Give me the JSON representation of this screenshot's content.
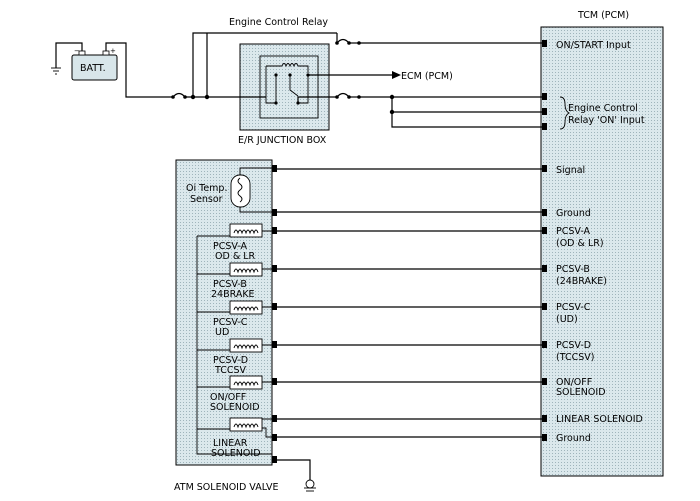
{
  "labels": {
    "engine_control_relay": "Engine Control Relay",
    "tcm": "TCM (PCM)",
    "batt": "BATT.",
    "ecm": "ECM (PCM)",
    "junction_box": "E/R JUNCTION BOX",
    "oil_temp_1": "Oi Temp.",
    "oil_temp_2": "Sensor",
    "atm_solenoid_valve": "ATM SOLENOID VALVE"
  },
  "tcm_pins": {
    "on_start": "ON/START Input",
    "ecr_1": "Engine Control",
    "ecr_2": "Relay 'ON' Input",
    "signal": "Signal",
    "ground1": "Ground",
    "pcsva_1": "PCSV-A",
    "pcsva_2": "(OD & LR)",
    "pcsvb_1": "PCSV-B",
    "pcsvb_2": "(24BRAKE)",
    "pcsvc_1": "PCSV-C",
    "pcsvc_2": "(UD)",
    "pcsvd_1": "PCSV-D",
    "pcsvd_2": "(TCCSV)",
    "onoff_1": "ON/OFF",
    "onoff_2": "SOLENOID",
    "linear": "LINEAR SOLENOID",
    "ground2": "Ground"
  },
  "solenoids": [
    {
      "line1": "PCSV-A",
      "line2": "OD & LR"
    },
    {
      "line1": "PCSV-B",
      "line2": "24BRAKE"
    },
    {
      "line1": "PCSV-C",
      "line2": "UD"
    },
    {
      "line1": "PCSV-D",
      "line2": "TCCSV"
    },
    {
      "line1": "ON/OFF",
      "line2": "SOLENOID"
    },
    {
      "line1": "LINEAR",
      "line2": "SOLENOID"
    }
  ],
  "colors": {
    "box_fill": "#d8e6ea",
    "wire": "#000000"
  }
}
